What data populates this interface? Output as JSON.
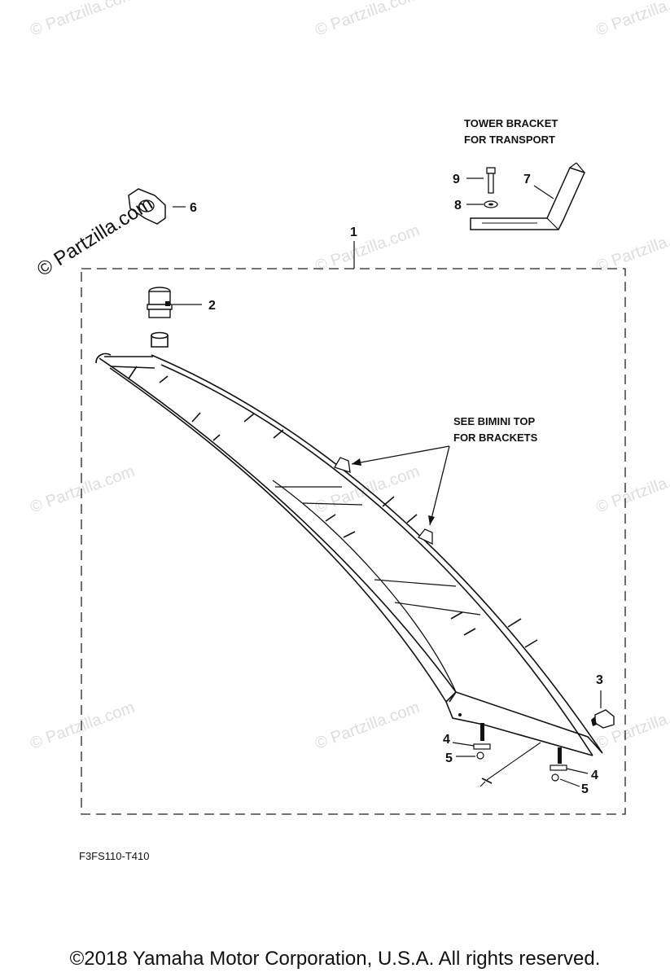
{
  "watermark": "© Partzilla.com",
  "tower_bracket_note": [
    "TOWER BRACKET",
    "FOR TRANSPORT"
  ],
  "bimini_note": [
    "SEE BIMINI TOP",
    "FOR BRACKETS"
  ],
  "callouts": {
    "c1": "1",
    "c2": "2",
    "c3": "3",
    "c4a": "4",
    "c4b": "4",
    "c5a": "5",
    "c5b": "5",
    "c6": "6",
    "c7": "7",
    "c8": "8",
    "c9": "9"
  },
  "diagram_code": "F3FS110-T410",
  "copyright": "©2018  Yamaha Motor Corporation, U.S.A. All rights reserved.",
  "colors": {
    "ink": "#111111",
    "watermark": "#dddddd"
  }
}
